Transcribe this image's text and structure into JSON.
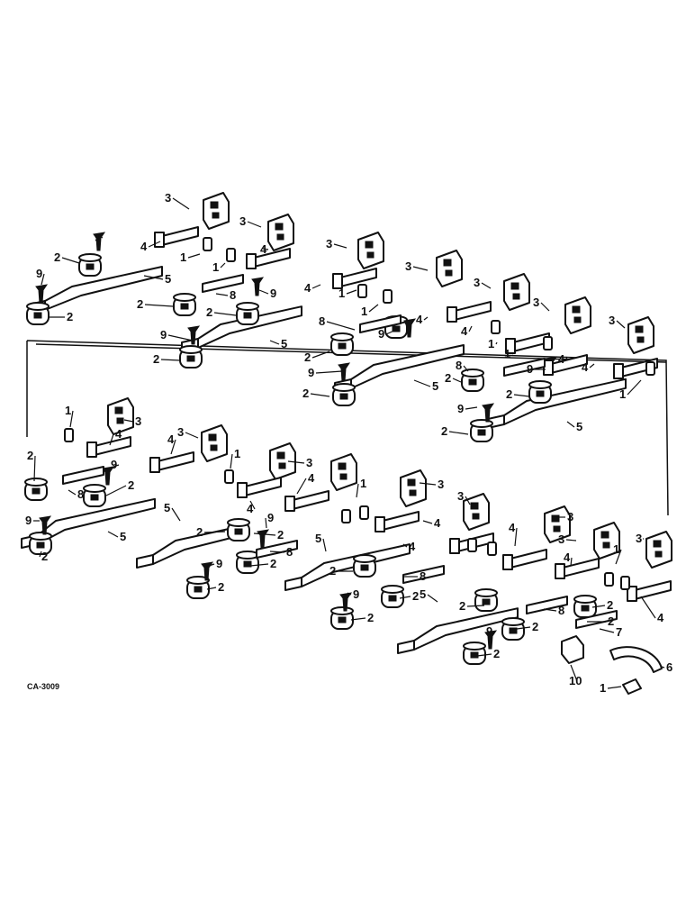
{
  "figure_code": "CA-3009",
  "callout_numbers": [
    "1",
    "2",
    "3",
    "4",
    "5",
    "6",
    "7",
    "8",
    "9",
    "10"
  ]
}
